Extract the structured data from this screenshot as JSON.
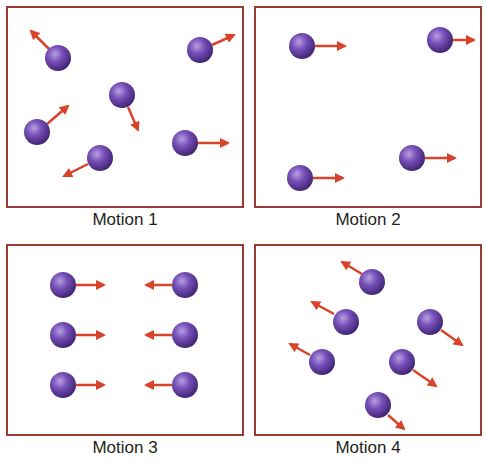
{
  "diagram": {
    "nodes": [
      {
        "text": [
          "Motion 1"
        ]
      },
      {
        "text": [
          "Motion 2"
        ]
      },
      {
        "text": [
          "Motion 3"
        ]
      },
      {
        "text": [
          "Motion 4"
        ]
      }
    ]
  }
}
